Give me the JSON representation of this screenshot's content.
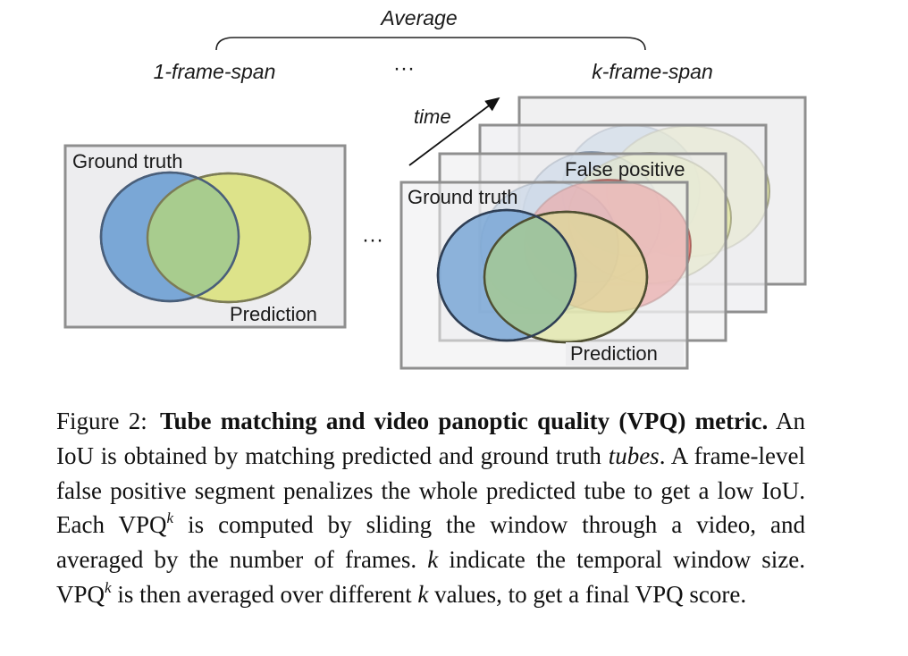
{
  "diagram": {
    "average_label": "Average",
    "one_frame_span_label": "1-frame-span",
    "k_frame_span_label": "k-frame-span",
    "top_ellipsis": "···",
    "middle_ellipsis": "···",
    "time_label": "time",
    "left_panel": {
      "ground_truth_label": "Ground truth",
      "prediction_label": "Prediction"
    },
    "right_panel": {
      "ground_truth_label": "Ground truth",
      "false_positive_label": "False positive",
      "prediction_label": "Prediction"
    },
    "colors": {
      "ground_truth_fill": "#7aa7d6",
      "prediction_fill": "#dde38a",
      "overlap_fill": "#a8cc8e",
      "false_positive_fill": "#e8605c",
      "frame_border": "#8f8f8f",
      "frame_fill": "#ededef"
    }
  },
  "caption": {
    "label": "Figure 2:",
    "title": "Tube matching and video panoptic quality (VPQ) metric.",
    "seg1": "An IoU is obtained by matching predicted and ground truth ",
    "tubes_word": "tubes",
    "seg2": ". A frame-level false positive segment penalizes the whole predicted tube to get a low IoU. Each VPQ",
    "sup1": "k",
    "seg3": " is computed by sliding the window through a video, and averaged by the number of frames. ",
    "k_var": "k",
    "seg4": " indicate the temporal window size. VPQ",
    "sup2": "k",
    "seg5": " is then averaged over different ",
    "k_var2": "k",
    "seg6": " values, to get a final VPQ score."
  }
}
